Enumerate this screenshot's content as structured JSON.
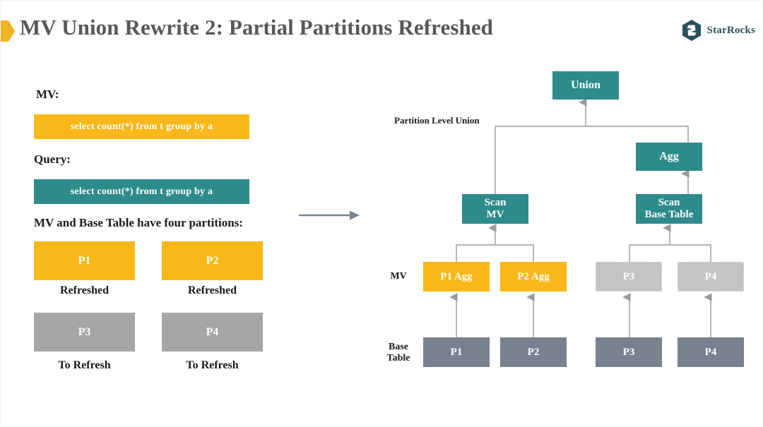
{
  "header": {
    "title": "MV Union Rewrite 2: Partial Partitions Refreshed",
    "marker_icon": "chevron-marker-icon",
    "brand": {
      "name": "StarRocks",
      "logo_icon": "starrocks-hexagon-logo-icon",
      "logo_color": "#2b4f5c"
    }
  },
  "left_panel": {
    "mv_label": "MV:",
    "mv_sql": "select count(*) from t group by a",
    "query_label": "Query:",
    "query_sql": "select count(*) from t group by a",
    "partitions_label": "MV and Base Table have four partitions:",
    "partitions": [
      {
        "name": "P1",
        "status": "Refreshed",
        "state": "refreshed"
      },
      {
        "name": "P2",
        "status": "Refreshed",
        "state": "refreshed"
      },
      {
        "name": "P3",
        "status": "To Refresh",
        "state": "to-refresh"
      },
      {
        "name": "P4",
        "status": "To Refresh",
        "state": "to-refresh"
      }
    ]
  },
  "transition": {
    "arrow_icon": "right-arrow-icon"
  },
  "diagram": {
    "annotation": "Partition Level Union",
    "row_labels": {
      "mv": "MV",
      "base_table_line1": "Base",
      "base_table_line2": "Table"
    },
    "nodes": {
      "union": "Union",
      "agg": "Agg",
      "scan_mv_line1": "Scan",
      "scan_mv_line2": "MV",
      "scan_base_line1": "Scan",
      "scan_base_line2": "Base Table",
      "mv_p1_agg": "P1 Agg",
      "mv_p2_agg": "P2 Agg",
      "mv_p3": "P3",
      "mv_p4": "P4",
      "base_p1": "P1",
      "base_p2": "P2",
      "base_p3": "P3",
      "base_p4": "P4"
    }
  },
  "colors": {
    "gold": "#f9b818",
    "teal": "#2e8b8b",
    "grey": "#a6a6a6",
    "slate": "#78828f",
    "ghost": "#c4c4c4",
    "connector": "#9a9a9a",
    "title_text": "#585858"
  }
}
